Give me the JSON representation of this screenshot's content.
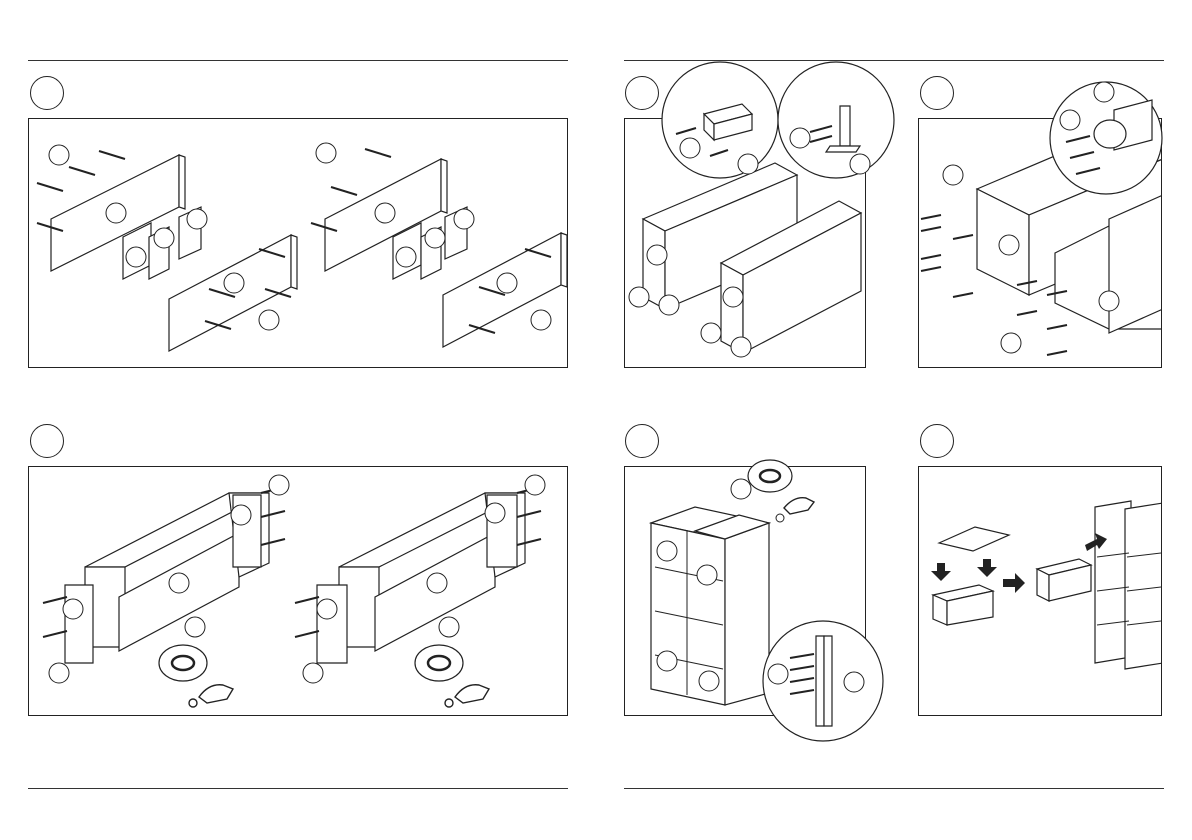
{
  "document": {
    "type": "assembly-instructions",
    "pages": [
      {
        "side": "left",
        "steps": [
          {
            "id": "step-a",
            "panels": 1,
            "description_visible": false
          },
          {
            "id": "step-b",
            "panels": 1,
            "description_visible": false
          }
        ]
      },
      {
        "side": "right",
        "steps": [
          {
            "id": "step-c",
            "panels": 1
          },
          {
            "id": "step-d",
            "panels": 1
          },
          {
            "id": "step-e",
            "panels": 1
          },
          {
            "id": "step-f",
            "panels": 1
          }
        ]
      }
    ],
    "icons": [
      "screw-icon",
      "cam-lock-icon",
      "hand-press-icon",
      "arrow-icon",
      "magnifier-callout-icon"
    ],
    "colors": {
      "line": "#222222",
      "background": "#ffffff"
    }
  }
}
